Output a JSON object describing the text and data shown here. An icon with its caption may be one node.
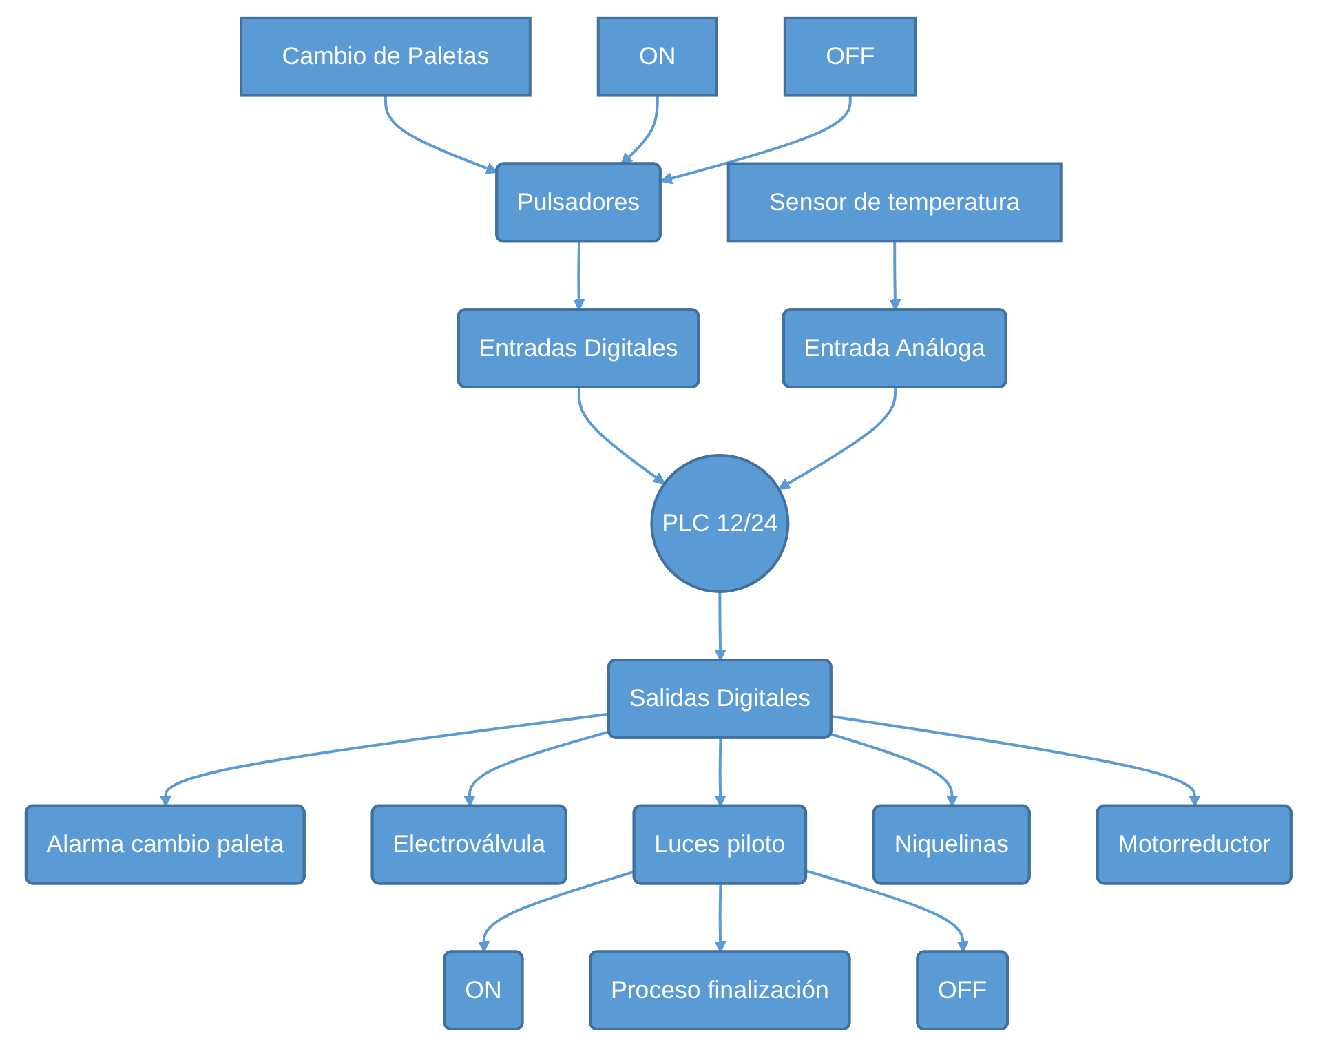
{
  "diagram": {
    "nodes": [
      {
        "text": [
          "Cambio de Paletas"
        ]
      },
      {
        "text": [
          "ON"
        ]
      },
      {
        "text": [
          "OFF"
        ]
      },
      {
        "text": [
          "Pulsadores"
        ]
      },
      {
        "text": [
          "Sensor de temperatura"
        ]
      },
      {
        "text": [
          "Entradas Digitales"
        ]
      },
      {
        "text": [
          "Entrada Análoga"
        ]
      },
      {
        "text": [
          "PLC 12/24"
        ]
      },
      {
        "text": [
          "Alarma cambio paleta"
        ]
      },
      {
        "text": [
          "Salidas Digitales"
        ]
      },
      {
        "text": [
          "Electroválvula"
        ]
      },
      {
        "text": [
          "Luces piloto"
        ]
      },
      {
        "text": [
          "Niquelinas"
        ]
      },
      {
        "text": [
          "Motorreductor"
        ]
      },
      {
        "text": [
          "ON"
        ]
      },
      {
        "text": [
          "OFF"
        ]
      },
      {
        "text": [
          "Proceso finalización"
        ]
      }
    ],
    "edges": [
      {
        "from": 0,
        "to": 3,
        "arrow": "to"
      },
      {
        "from": 1,
        "to": 3,
        "arrow": "to"
      },
      {
        "from": 2,
        "to": 3,
        "arrow": "to"
      },
      {
        "from": 3,
        "to": 5,
        "arrow": "to"
      },
      {
        "from": 4,
        "to": 6,
        "arrow": "to"
      },
      {
        "from": 5,
        "to": 7,
        "arrow": "to"
      },
      {
        "from": 6,
        "to": 7,
        "arrow": "to"
      },
      {
        "from": 7,
        "to": 9,
        "arrow": "to"
      },
      {
        "from": 9,
        "to": 11,
        "arrow": "to"
      },
      {
        "from": 9,
        "to": 8,
        "arrow": "to"
      },
      {
        "from": 9,
        "to": 10,
        "arrow": "to"
      },
      {
        "from": 9,
        "to": 12,
        "arrow": "to"
      },
      {
        "from": 9,
        "to": 13,
        "arrow": "to"
      },
      {
        "from": 11,
        "to": 14,
        "arrow": "to"
      },
      {
        "from": 11,
        "to": 16,
        "arrow": "to"
      },
      {
        "from": 11,
        "to": 15,
        "arrow": "to"
      }
    ]
  }
}
